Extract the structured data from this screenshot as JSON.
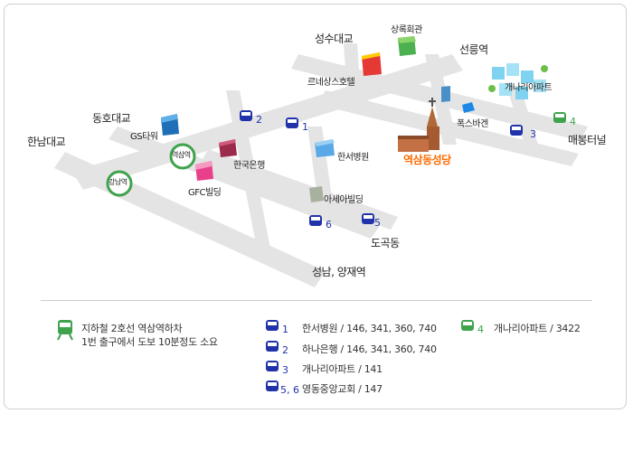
{
  "map": {
    "roads": [
      "한남대교",
      "동호대교",
      "성수대교",
      "선릉역",
      "매봉터널",
      "성남, 양재역",
      "도곡동"
    ],
    "stations": [
      {
        "name": "역삼역",
        "icon": "subway-station-icon"
      },
      {
        "name": "강남역",
        "icon": "subway-station-icon"
      }
    ],
    "landmarks": [
      "상록회관",
      "르네상스호텔",
      "개나리아파트",
      "폭스바겐",
      "역삼동성당",
      "한서병원",
      "GS타워",
      "한국은행",
      "GFC빌딩",
      "아세아빌딩"
    ],
    "highlight": "역삼동성당",
    "stop_numbers": [
      "1",
      "2",
      "3",
      "4",
      "5",
      "6"
    ]
  },
  "legend": {
    "subway": {
      "line1": "지하철 2호선 역삼역하차",
      "line2": "1번 출구에서 도보 10분정도 소요"
    },
    "buses": [
      {
        "stop": "1",
        "text": "한서병원 / 146, 341, 360, 740"
      },
      {
        "stop": "2",
        "text": "하나은행 / 146, 341, 360, 740"
      },
      {
        "stop": "3",
        "text": "개나리아파트 / 141"
      },
      {
        "stop": "5, 6",
        "text": "영동중앙교회 / 147"
      }
    ],
    "green_bus": {
      "stop": "4",
      "text": "개나리아파트 / 3422"
    }
  },
  "colors": {
    "road": "#e4e4e4",
    "bus": "#2233aa",
    "station": "#3fa34d",
    "highlight": "#ff6a00"
  }
}
